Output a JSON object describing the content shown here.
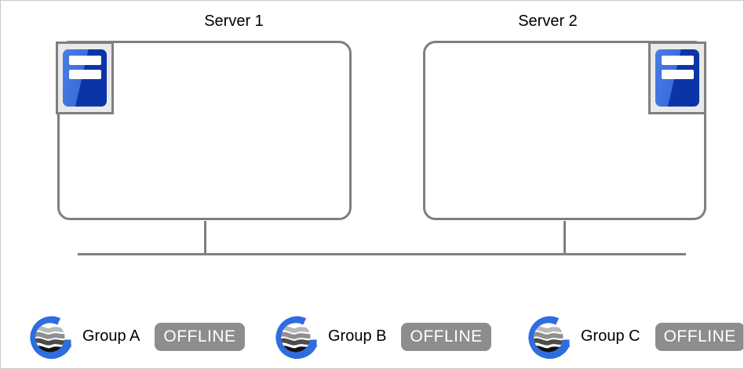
{
  "diagram": {
    "background": "#ffffff",
    "canvas_border_color": "#c9c9c9",
    "line_color": "#7f7f7f",
    "servers": [
      {
        "label": "Server 1",
        "icon": "server-icon",
        "icon_corner": "top-left"
      },
      {
        "label": "Server 2",
        "icon": "server-icon",
        "icon_corner": "top-right"
      }
    ],
    "server_icon_colors": {
      "light_blue": "#3a6eda",
      "dark_blue": "#0b35a6",
      "holder_bg": "#e9e9e9"
    },
    "network": {
      "topology": "two servers joined to one horizontal bus line"
    },
    "groups": [
      {
        "label": "Group A",
        "status": "OFFLINE",
        "icon": "group-logo-icon"
      },
      {
        "label": "Group B",
        "status": "OFFLINE",
        "icon": "group-logo-icon"
      },
      {
        "label": "Group C",
        "status": "OFFLINE",
        "icon": "group-logo-icon"
      }
    ],
    "status_colors": {
      "offline_bg": "#8d8d8d",
      "offline_text": "#ffffff"
    },
    "logo_colors": {
      "ring_blue": "#2e6ce0",
      "wave_1": "#b8b8b8",
      "wave_2": "#8f8f8f",
      "wave_3": "#4c4c4c",
      "wave_4": "#111111"
    }
  }
}
